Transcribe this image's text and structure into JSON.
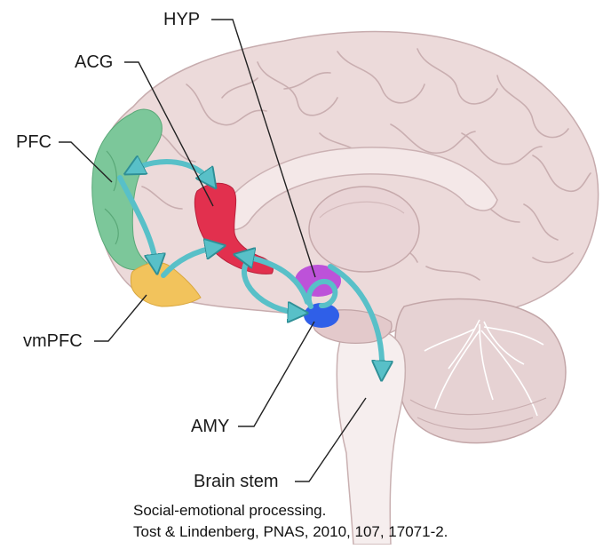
{
  "labels": {
    "hyp": "HYP",
    "acg": "ACG",
    "pfc": "PFC",
    "vmpfc": "vmPFC",
    "amy": "AMY",
    "brain_stem": "Brain stem"
  },
  "caption": {
    "line1": "Social-emotional processing.",
    "line2": "Tost & Lindenberg, PNAS, 2010, 107, 17071-2."
  },
  "colors": {
    "brain_tissue": "#ecdada",
    "gyri_lines": "#c9aeb0",
    "pfc_region": "#7cc79a",
    "vmpfc_region": "#f2c35c",
    "acg_region": "#e2304e",
    "hyp_region": "#b843d8",
    "amy_region": "#2f5fe8",
    "arrows": "#58c0c8",
    "leader_lines": "#222222"
  }
}
